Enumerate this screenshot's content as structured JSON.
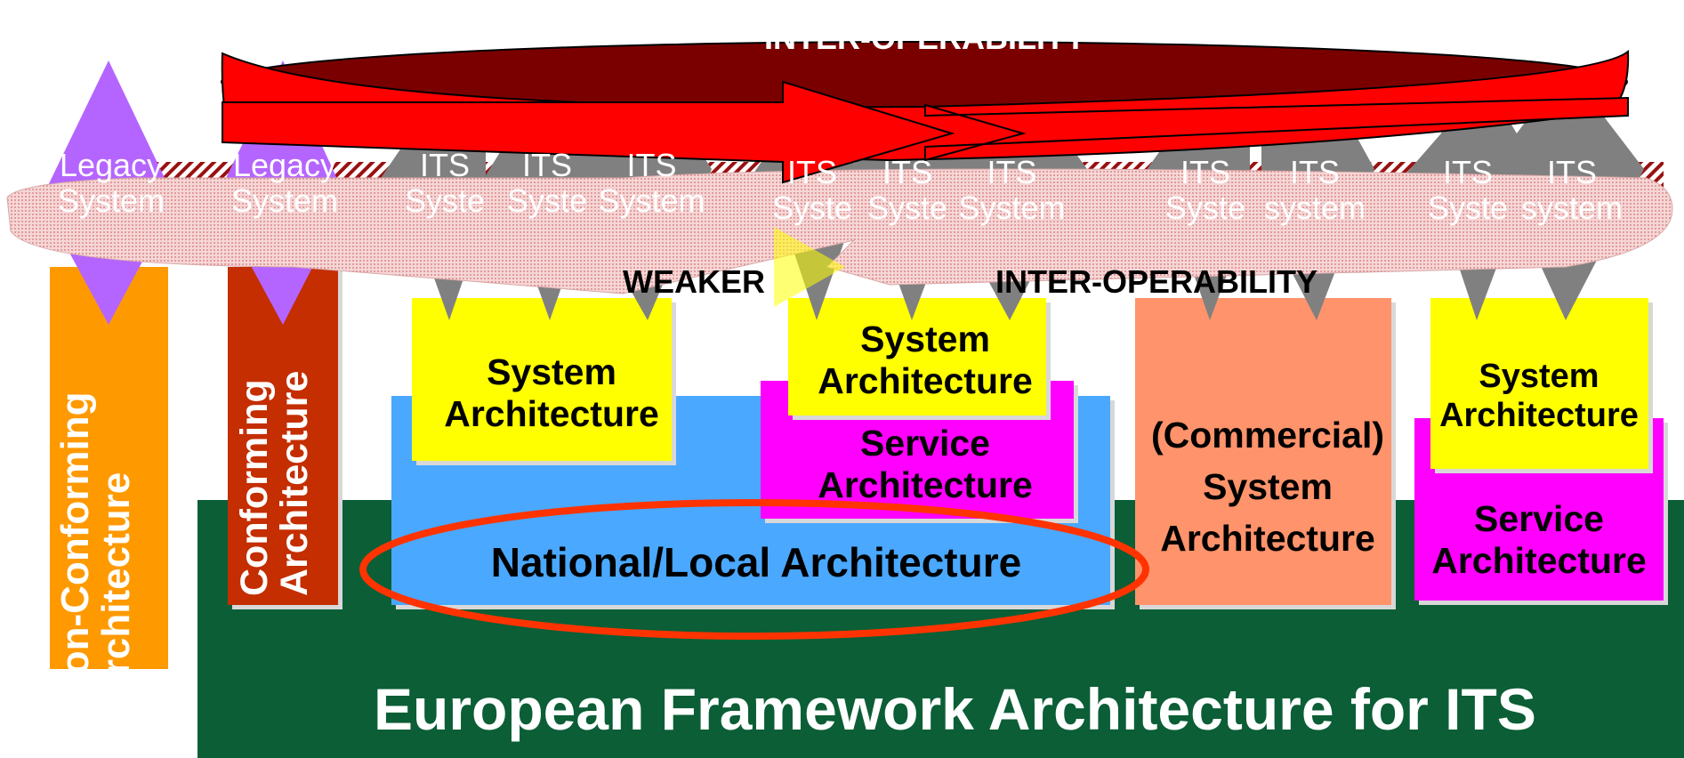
{
  "colors": {
    "framework_green": "#0b5e36",
    "national_blue": "#4aa8ff",
    "system_yellow": "#ffff00",
    "service_magenta": "#ff00ff",
    "commercial_salmon": "#ff936b",
    "nonconforming_orange": "#ff9900",
    "conforming_red": "#c42e00",
    "legacy_purple": "#b565ff",
    "its_gray": "#808080",
    "ring_red": "#ff0000",
    "ring_dark": "#7a0000",
    "weak_band": "#f2c8c8",
    "ellipse_outline": "#ff3300"
  },
  "top_ring": {
    "label": "INTER-OPERABILITY"
  },
  "weak_band": {
    "left_label": "WEAKER",
    "right_label": "INTER-OPERABILITY"
  },
  "framework": {
    "label": "European Framework Architecture for ITS"
  },
  "vertical_bars": [
    {
      "line1": "Non-Conforming",
      "line2": "Architecture"
    },
    {
      "line1": "Conforming",
      "line2": "Architecture"
    }
  ],
  "legacy_systems": [
    {
      "line1": "Legacy",
      "line2": "System"
    },
    {
      "line1": "Legacy",
      "line2": "System"
    }
  ],
  "its_systems": [
    {
      "line1": "ITS",
      "line2": "Syste"
    },
    {
      "line1": "ITS",
      "line2": "Syste"
    },
    {
      "line1": "ITS",
      "line2": "System"
    },
    {
      "line1": "ITS",
      "line2": "Syste"
    },
    {
      "line1": "ITS",
      "line2": "Syste"
    },
    {
      "line1": "ITS",
      "line2": "System"
    },
    {
      "line1": "ITS",
      "line2": "Syste"
    },
    {
      "line1": "ITS",
      "line2": "system"
    },
    {
      "line1": "ITS",
      "line2": "Syste"
    },
    {
      "line1": "ITS",
      "line2": "system"
    }
  ],
  "blocks": {
    "system_arch_1": "System Architecture",
    "system_arch_2": "System Architecture",
    "service_arch_2": "Service Architecture",
    "national": "National/Local Architecture",
    "commercial": "(Commercial) System Architecture",
    "system_arch_4": "System Architecture",
    "service_arch_4": "Service Architecture"
  }
}
